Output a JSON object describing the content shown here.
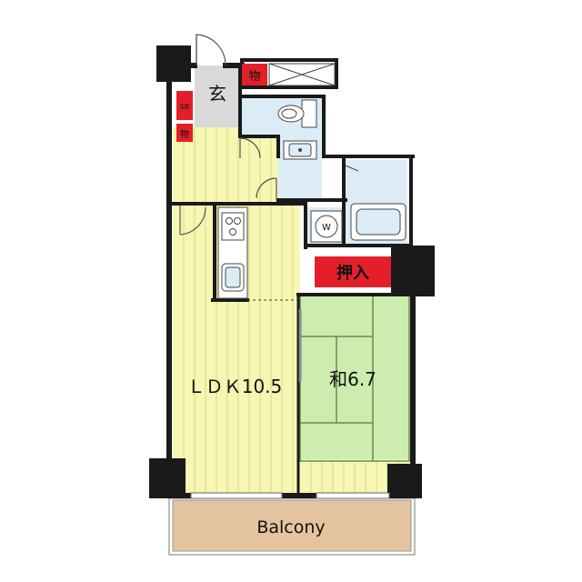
{
  "labels": {
    "ldk": "ＬＤＫ10.5",
    "washitsu": "和6.7",
    "balcony": "Balcony",
    "entrance": "玄",
    "storage_top": "物",
    "shoe_box": "SB",
    "storage_small": "物",
    "oshiire": "押入",
    "washer": "W"
  },
  "colors": {
    "wall": "#1a1a1a",
    "ldk_floor": "#f7f7b4",
    "ldk_stripe": "#d8d889",
    "tatami": "#ccecb0",
    "tatami_line": "#6a8a55",
    "wet_area": "#dcecf7",
    "entrance_floor": "#d9d9d9",
    "balcony": "#e4c49f",
    "storage_red": "#e3202a",
    "white": "#ffffff"
  },
  "icons": [
    "door-swing-icon",
    "toilet-icon",
    "washbasin-icon",
    "bathtub-icon",
    "stove-icon",
    "sink-icon",
    "washing-machine-icon",
    "closet-cross-icon"
  ]
}
